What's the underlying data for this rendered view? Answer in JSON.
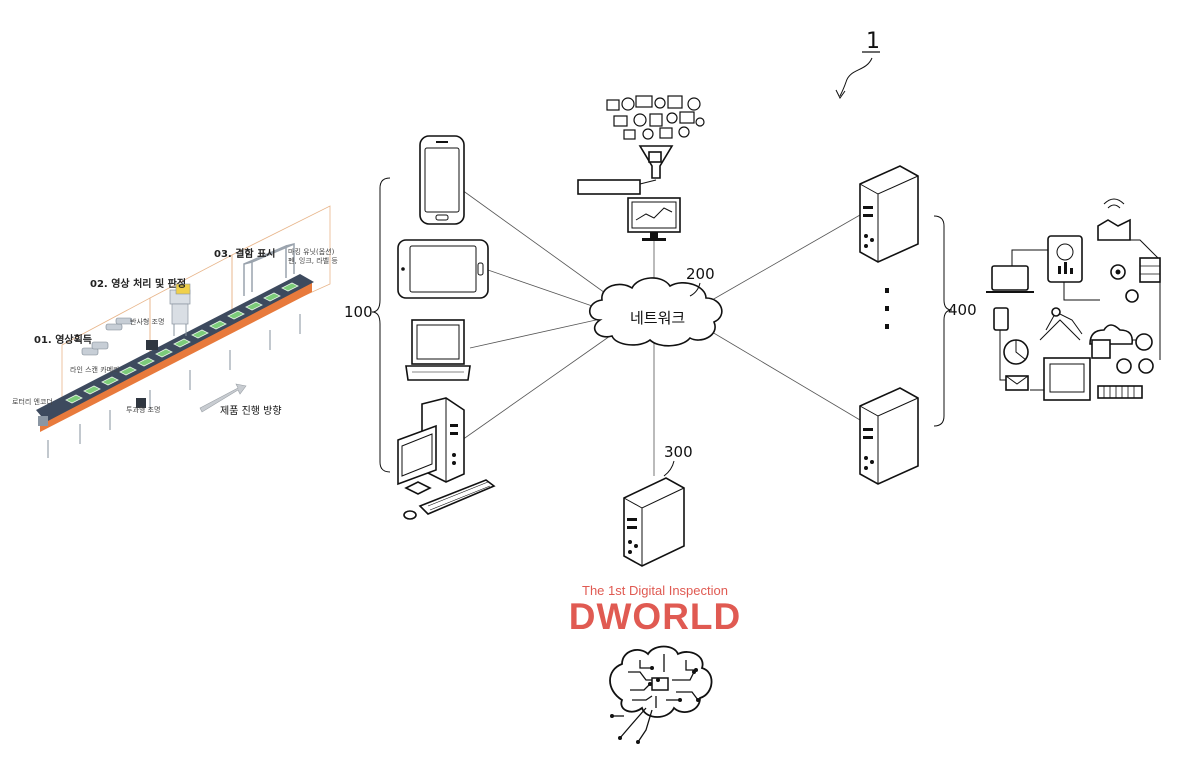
{
  "figure_number": "1",
  "refs": {
    "terminals": "100",
    "network_ref": "200",
    "server": "300",
    "servers": "400"
  },
  "network_label": "네트워크",
  "line": {
    "step1": "01. 영상획득",
    "step2": "02. 영상 처리 및 판정",
    "step3": "03. 결함 표시",
    "encoder": "로터리 엔코더",
    "line_scan_camera": "라인 스캔 카메라",
    "reflect_light": "반사형 조명",
    "transmit_light": "투과형 조명",
    "marking_1": "마킹 유닛(옵션)",
    "marking_2": "펜, 잉크, 라벨 등",
    "direction": "제품 진행 방향"
  },
  "logo": {
    "tagline": "The 1st Digital Inspection",
    "wordmark": "DWORLD"
  },
  "colors": {
    "logo_red": "#e05a52",
    "conveyor_orange": "#e87a3c",
    "belt_dark": "#3d4a5e",
    "product_green": "#7ccb7a"
  }
}
